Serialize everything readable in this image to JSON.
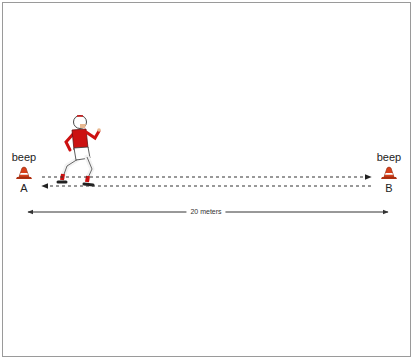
{
  "diagram": {
    "nodes": [
      {
        "text": [
          "beep",
          "A"
        ]
      },
      {
        "text": [
          "beep",
          "B"
        ]
      }
    ],
    "edges": [
      {
        "from": 0,
        "to": 1,
        "arrow": "to"
      },
      {
        "from": 1,
        "to": 0,
        "arrow": "to"
      }
    ],
    "labels": [
      "20 meters"
    ]
  }
}
